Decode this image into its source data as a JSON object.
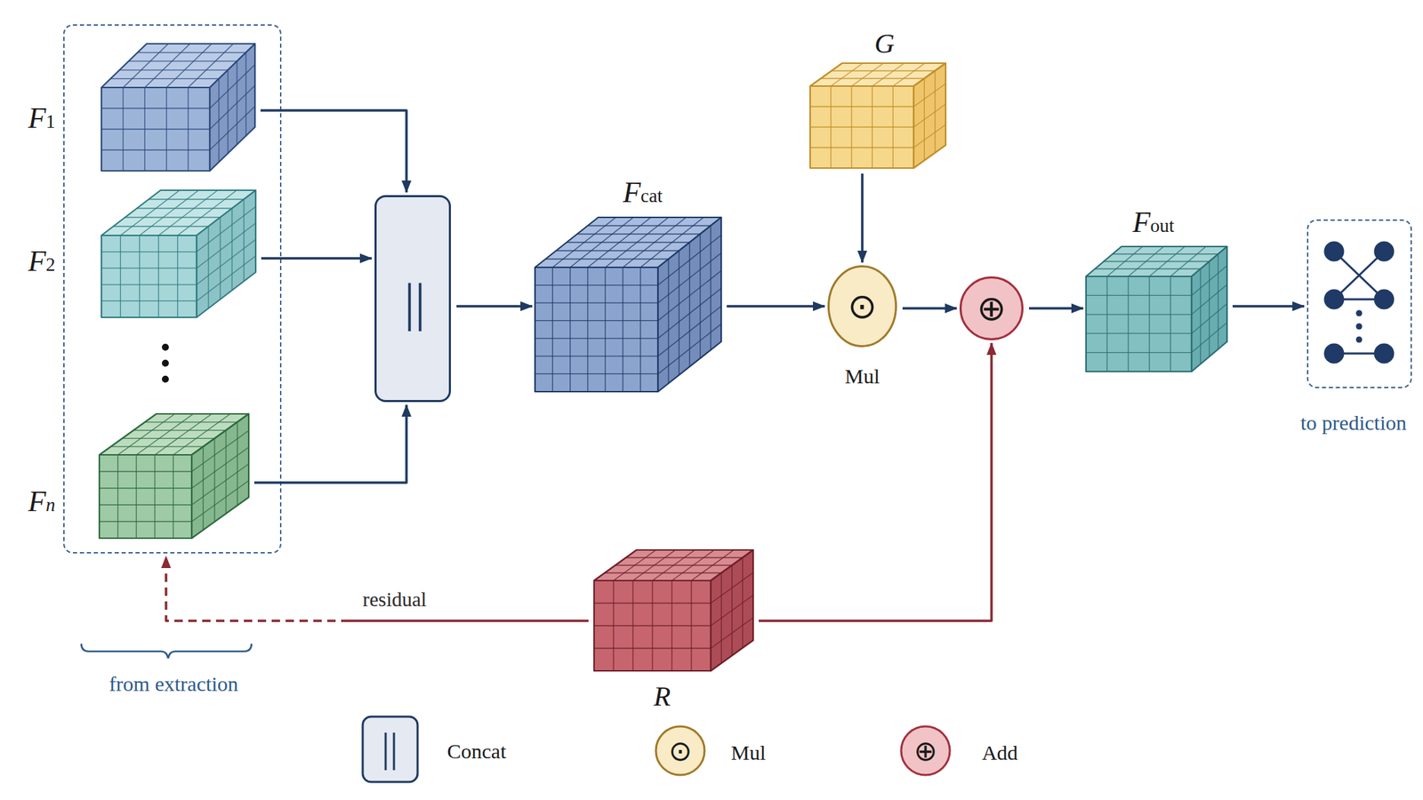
{
  "diagram": {
    "nodes": [
      {
        "text": [
          "from extraction"
        ]
      },
      {
        "text": [
          "F1"
        ],
        "in": 0
      },
      {
        "text": [
          "F2"
        ],
        "in": 0
      },
      {
        "text": [
          "Fn"
        ],
        "in": 0
      },
      {
        "text": [
          "||"
        ]
      },
      {
        "text": [
          "Fcat"
        ]
      },
      {
        "text": [
          "G"
        ]
      },
      {
        "text": [
          "⊙",
          "Mul"
        ]
      },
      {
        "text": [
          "⊕"
        ]
      },
      {
        "text": [
          "Fout"
        ]
      },
      {
        "text": [
          "to prediction"
        ]
      },
      {
        "text": [
          "R"
        ]
      }
    ],
    "edges": [
      {
        "from": 1,
        "to": 4,
        "arrow": "to"
      },
      {
        "from": 2,
        "to": 4,
        "arrow": "to"
      },
      {
        "from": 3,
        "to": 4,
        "arrow": "to"
      },
      {
        "from": 4,
        "to": 5,
        "arrow": "to"
      },
      {
        "from": 5,
        "to": 7,
        "arrow": "to"
      },
      {
        "from": 6,
        "to": 7,
        "arrow": "to"
      },
      {
        "from": 7,
        "to": 8,
        "arrow": "to"
      },
      {
        "from": 8,
        "to": 9,
        "arrow": "to"
      },
      {
        "from": 9,
        "to": 10,
        "arrow": "to"
      },
      {
        "from": 11,
        "to": 8,
        "arrow": "to"
      },
      {
        "from": 11,
        "to": 0,
        "label": "residual",
        "arrow": "to"
      }
    ],
    "labels": [
      "||",
      "⊙",
      "⊕"
    ],
    "legend": [
      {
        "text": "Concat"
      },
      {
        "text": "Mul"
      },
      {
        "text": "Add"
      }
    ]
  }
}
